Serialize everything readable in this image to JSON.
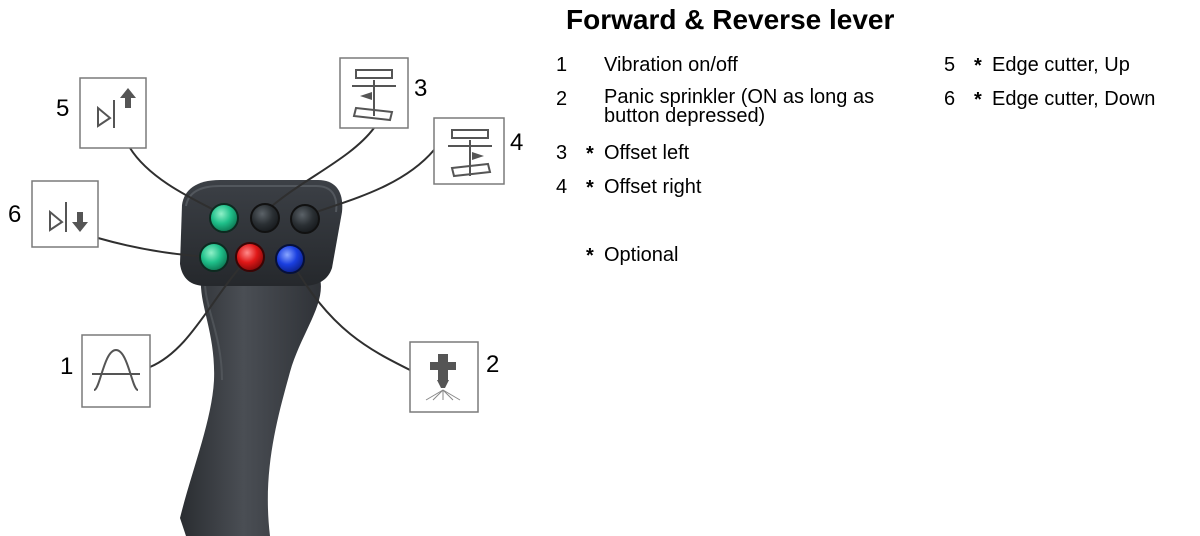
{
  "title": "Forward & Reverse lever",
  "legend": [
    {
      "num": "1",
      "star": "",
      "text": "Vibration on/off"
    },
    {
      "num": "2",
      "star": "",
      "text": "Panic sprinkler (ON as long as button depressed)"
    },
    {
      "num": "3",
      "star": "*",
      "text": "Offset left"
    },
    {
      "num": "4",
      "star": "*",
      "text": "Offset right"
    },
    {
      "num": "5",
      "star": "*",
      "text": "Edge cutter, Up"
    },
    {
      "num": "6",
      "star": "*",
      "text": "Edge cutter, Down"
    }
  ],
  "footnote": {
    "star": "*",
    "text": "Optional"
  },
  "callouts": [
    "1",
    "2",
    "3",
    "4",
    "5",
    "6"
  ],
  "buttons": {
    "top_left": "#1fc08a",
    "top_middle": "#2a2f33",
    "top_right": "#2a2f33",
    "bottom_left": "#1fc08a",
    "bottom_middle": "#e01818",
    "bottom_right": "#1a3fe0"
  },
  "icons": [
    "edge-cutter-up-icon",
    "edge-cutter-down-icon",
    "offset-left-icon",
    "offset-right-icon",
    "vibration-icon",
    "sprinkler-icon"
  ]
}
